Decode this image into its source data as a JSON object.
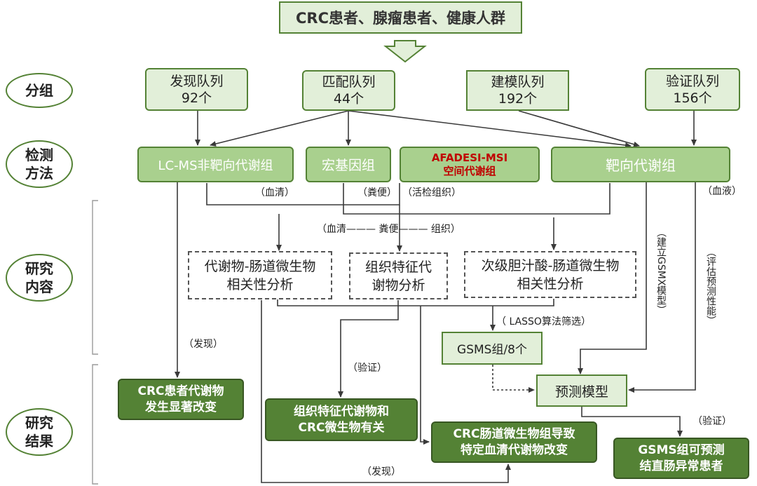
{
  "population": "CRC患者、腺瘤患者、健康人群",
  "row_labels": {
    "group": [
      "分组"
    ],
    "method": [
      "检测",
      "方法"
    ],
    "content": [
      "研究",
      "内容"
    ],
    "result": [
      "研究",
      "结果"
    ]
  },
  "cohorts": {
    "discovery": {
      "name": "发现队列",
      "count": "92个"
    },
    "matching": {
      "name": "匹配队列",
      "count": "44个"
    },
    "modeling": {
      "name": "建模队列",
      "count": "192个"
    },
    "validation": {
      "name": "验证队列",
      "count": "156个"
    }
  },
  "methods": {
    "lcms": "LC-MS非靶向代谢组",
    "metagenome": "宏基因组",
    "afadesi_line1": "AFADESI-MSI",
    "afadesi_line2": "空间代谢组",
    "targeted": "靶向代谢组"
  },
  "sample_labels": {
    "serum": "（血清）",
    "feces": "（粪便）",
    "biopsy": "（活检组织）",
    "blood": "（血液）",
    "combined": "（血清——— 粪便——— 组织）"
  },
  "analyses": {
    "a1": [
      "代谢物-肠道微生物",
      "相关性分析"
    ],
    "a2": [
      "组织特征代",
      "谢物分析"
    ],
    "a3": [
      "次级胆汁酸-肠道微生物",
      "相关性分析"
    ]
  },
  "side_labels": {
    "gsmx": "（建立GSMX模型）",
    "perf": "（评估预测性能）"
  },
  "edge_labels": {
    "lasso": "（ LASSO算法筛选）",
    "discover1": "（发现）",
    "verify1": "（验证）",
    "verify2": "（验证）",
    "discover2": "（发现）"
  },
  "gsms": "GSMS组/8个",
  "model": "预测模型",
  "results": {
    "r1": [
      "CRC患者代谢物",
      "发生显著改变"
    ],
    "r2": [
      "组织特征代谢物和",
      "CRC微生物有关"
    ],
    "r3": [
      "CRC肠道微生物组导致",
      "特定血清代谢物改变"
    ],
    "r4": [
      "GSMS组可预测",
      "结直肠异常患者"
    ]
  },
  "colors": {
    "light_fill": "#e2efd9",
    "mid_fill": "#a9d08e",
    "dark_fill": "#548235",
    "border": "#548235",
    "accent_red": "#c00000"
  }
}
